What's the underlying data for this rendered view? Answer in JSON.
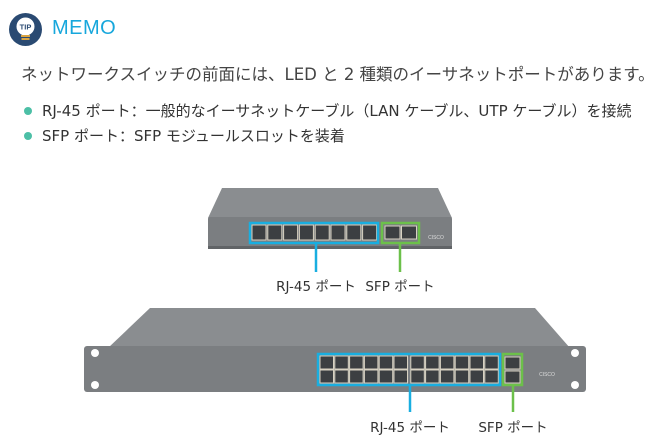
{
  "memo": {
    "badge": "TIP",
    "title": "MEMO",
    "intro": "ネットワークスイッチの前面には、LED と 2 種類のイーサネットポートがあります。",
    "bullets": [
      "RJ-45 ポート：一般的なイーサネットケーブル（LAN ケーブル、UTP ケーブル）を接続",
      "SFP ポート：SFP モジュールスロットを装着"
    ]
  },
  "figures": {
    "small_switch": {
      "rj45_label": "RJ-45 ポート",
      "sfp_label": "SFP ポート",
      "rj45_ports": 8,
      "sfp_ports": 2,
      "brand": "CISCO"
    },
    "large_switch": {
      "rj45_label": "RJ-45 ポート",
      "sfp_label": "SFP ポート",
      "rj45_ports": 24,
      "sfp_ports": 2,
      "brand": "CISCO"
    }
  },
  "colors": {
    "rj45_highlight": "#19aee0",
    "sfp_highlight": "#6cc04a",
    "memo_title": "#17a7dc",
    "bullet": "#4cbfa6",
    "badge_bg": "#2a4a72"
  }
}
